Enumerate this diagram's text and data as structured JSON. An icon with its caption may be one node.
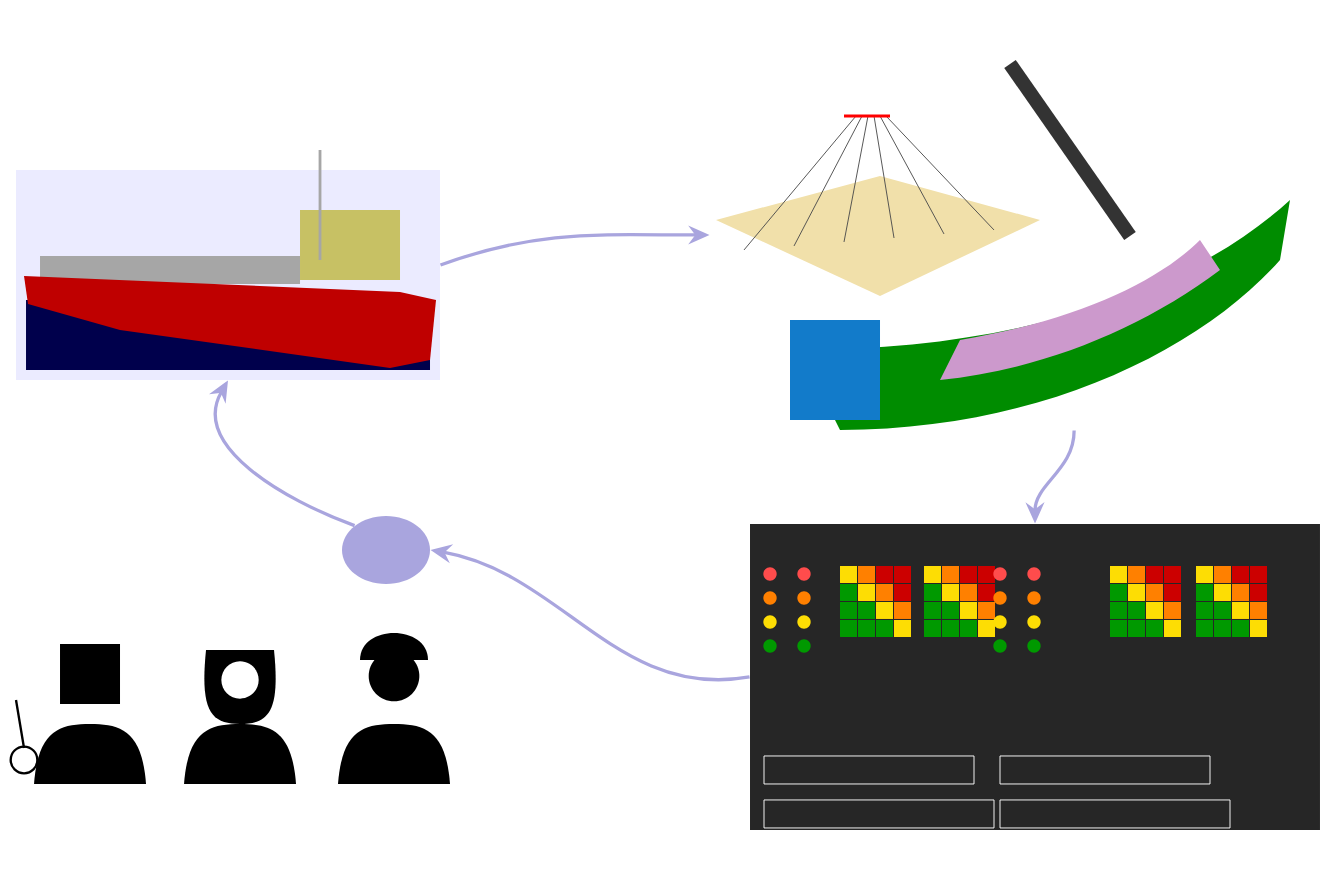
{
  "diagram": {
    "nodes": [
      {
        "text": [],
        "shape": "picture"
      },
      {
        "text": [],
        "shape": "picture"
      },
      {
        "text": [],
        "shape": "picture"
      },
      {
        "text": [],
        "shape": "circle"
      }
    ],
    "edges": [
      {
        "from": 0,
        "to": 1,
        "arrow": "to"
      },
      {
        "from": 1,
        "to": 2,
        "arrow": "to"
      },
      {
        "from": 2,
        "to": 3,
        "arrow": "to"
      },
      {
        "from": 3,
        "to": 0,
        "arrow": "to"
      }
    ]
  }
}
